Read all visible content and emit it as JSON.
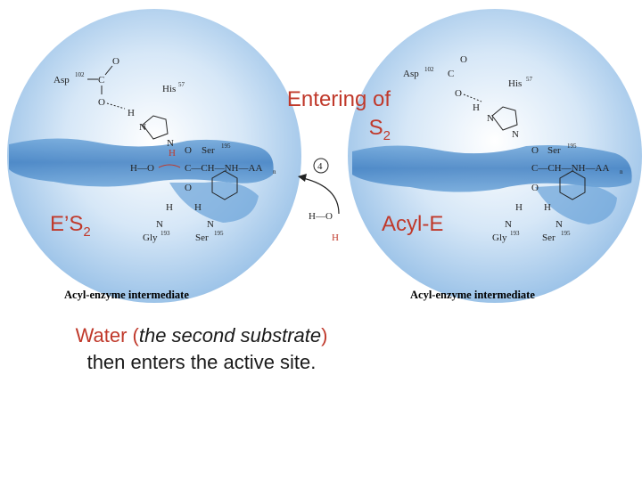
{
  "slide": {
    "title_line1": "Entering of",
    "title_line2": "S",
    "title_sub": "2",
    "left_label_main": "E’S",
    "left_label_sub": "2",
    "right_label": "Acyl-E",
    "note_pre": "Water (",
    "note_italic": "the second substrate",
    "note_post": ")",
    "note_line2": "then enters the active site."
  },
  "left_panel": {
    "caption": "Acyl-enzyme intermediate",
    "asp": "Asp",
    "asp_num": "102",
    "his": "His",
    "his_num": "57",
    "ser": "Ser",
    "ser_num": "195",
    "gly": "Gly",
    "gly_num": "193",
    "ser2": "Ser",
    "ser2_num": "195",
    "ho": "H—O",
    "chain": "C—CH—NH—AA",
    "chain_sub": "n",
    "h_red": "H",
    "step": "4",
    "water_h_top": "H—O",
    "water_h_bottom": "H"
  },
  "right_panel": {
    "caption": "Acyl-enzyme intermediate",
    "asp": "Asp",
    "asp_num": "102",
    "his": "His",
    "his_num": "57",
    "ser": "Ser",
    "ser_num": "195",
    "gly": "Gly",
    "gly_num": "193",
    "ser2": "Ser",
    "ser2_num": "195",
    "chain": "C—CH—NH—AA",
    "chain_sub": "n"
  },
  "colors": {
    "sphere_light": "#e8f1fb",
    "sphere_mid": "#b5d3ef",
    "band": "#4a8ac9",
    "accent": "#c0392b"
  }
}
